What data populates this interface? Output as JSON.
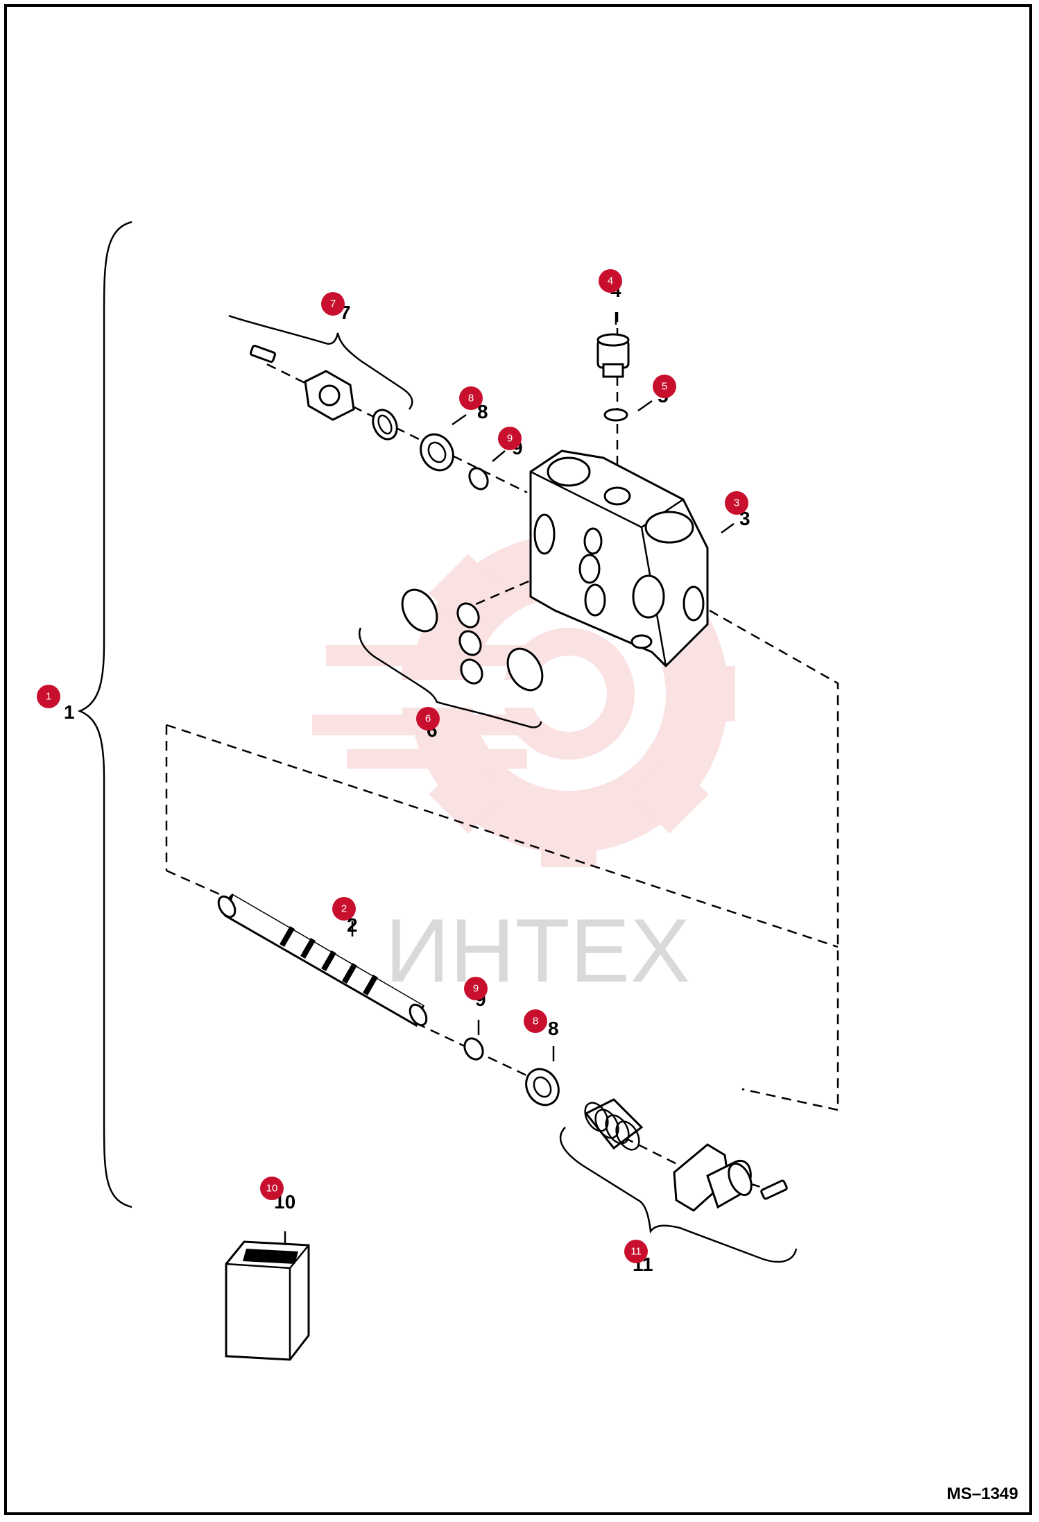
{
  "figure_code": "MS–1349",
  "watermark": {
    "text": "ИНТЕХ",
    "color": "#f7c9cc"
  },
  "accent": "#c8102e",
  "callouts": [
    {
      "id": "1",
      "label": "1"
    },
    {
      "id": "2",
      "label": "2"
    },
    {
      "id": "3",
      "label": "3"
    },
    {
      "id": "4",
      "label": "4"
    },
    {
      "id": "5",
      "label": "5"
    },
    {
      "id": "6",
      "label": "6"
    },
    {
      "id": "7",
      "label": "7"
    },
    {
      "id": "8a",
      "label": "8"
    },
    {
      "id": "8b",
      "label": "8"
    },
    {
      "id": "9a",
      "label": "9"
    },
    {
      "id": "9b",
      "label": "9"
    },
    {
      "id": "10",
      "label": "10"
    },
    {
      "id": "11",
      "label": "11"
    }
  ],
  "part_numbers": {
    "n1": "1",
    "n2": "2",
    "n3": "3",
    "n4": "4",
    "n5": "5",
    "n6": "6",
    "n7": "7",
    "n8a": "8",
    "n8b": "8",
    "n9a": "9",
    "n9b": "9",
    "n10": "10",
    "n11": "11"
  }
}
